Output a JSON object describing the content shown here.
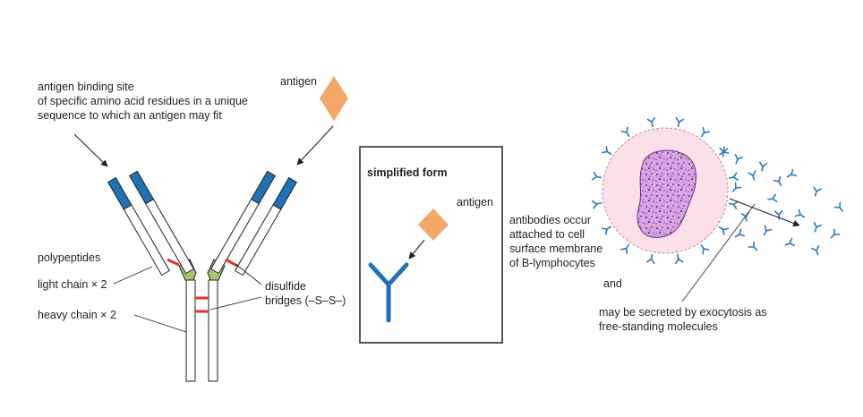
{
  "labels": {
    "binding_site_l1": "antigen binding site",
    "binding_site_l2": "of specific amino acid residues in a unique",
    "binding_site_l3": "sequence to which an antigen may fit",
    "antigen_main": "antigen",
    "polypeptides": "polypeptides",
    "light_chain": "light chain × 2",
    "heavy_chain": "heavy chain × 2",
    "disulfide_l1": "disulfide",
    "disulfide_l2": "bridges (–S–S–)",
    "simplified_title": "simplified form",
    "antigen_simplified": "antigen",
    "attached_l1": "antibodies occur",
    "attached_l2": "attached to cell",
    "attached_l3": "surface membrane",
    "attached_l4": "of B-lymphocytes",
    "and": "and",
    "secreted_l1": "may be secreted by exocytosis as",
    "secreted_l2": "free-standing molecules"
  },
  "colors": {
    "variable_region": "#1f72b8",
    "hinge": "#a8c46a",
    "disulfide_bond": "#e0322d",
    "antigen": "#f4a868",
    "cell_membrane": "#fbe0ea",
    "nucleus": "#b373c8",
    "antibody_small": "#2a78c0",
    "outline": "#231f20"
  }
}
